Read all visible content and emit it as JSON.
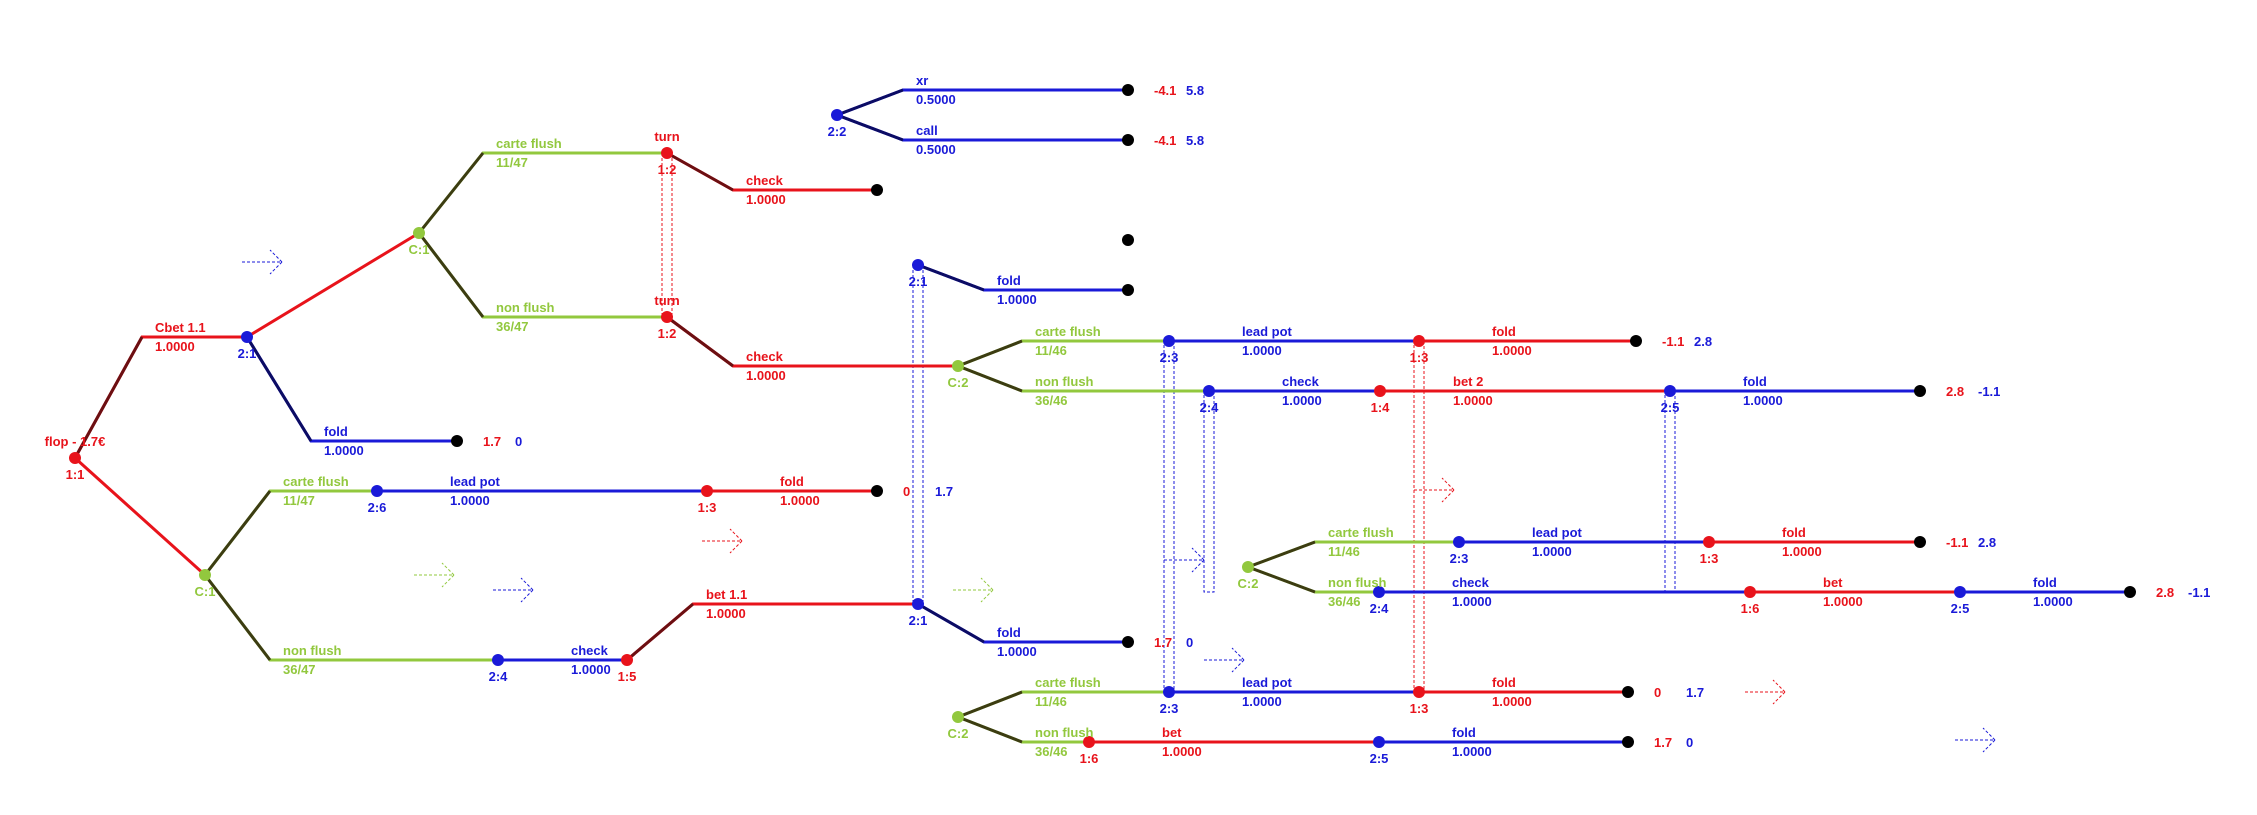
{
  "colors": {
    "p1": "#e8131b",
    "p1_dark": "#6b0f12",
    "p2": "#1a1ad8",
    "p2_dark": "#0c0c63",
    "chance": "#92c83e",
    "chance_dark": "#3c3c12",
    "terminal": "#000000"
  },
  "nodes": {
    "root": {
      "label": "flop - 1.7€",
      "id": "1:1"
    },
    "n_2_1_a": {
      "id": "2:1"
    },
    "c1_top": {
      "id": "C:1"
    },
    "turn_a": {
      "label": "turn",
      "id": "1:2"
    },
    "turn_b": {
      "label": "turn",
      "id": "1:2"
    },
    "n_2_2": {
      "id": "2:2"
    },
    "c1_bot": {
      "id": "C:1"
    },
    "n_2_6": {
      "id": "2:6"
    },
    "n_1_3_a": {
      "id": "1:3"
    },
    "n_2_4_a": {
      "id": "2:4"
    },
    "n_1_5": {
      "id": "1:5"
    },
    "n_2_1_b": {
      "id": "2:1"
    },
    "n_2_1_c": {
      "id": "2:1"
    },
    "c2_a": {
      "id": "C:2"
    },
    "n_2_3_a": {
      "id": "2:3"
    },
    "n_1_3_b": {
      "id": "1:3"
    },
    "n_2_4_b": {
      "id": "2:4"
    },
    "n_1_4": {
      "id": "1:4"
    },
    "n_2_5_a": {
      "id": "2:5"
    },
    "c2_b": {
      "id": "C:2"
    },
    "n_2_3_b": {
      "id": "2:3"
    },
    "n_1_3_c": {
      "id": "1:3"
    },
    "n_2_4_c": {
      "id": "2:4"
    },
    "n_1_6_a": {
      "id": "1:6"
    },
    "n_2_5_b": {
      "id": "2:5"
    },
    "c2_c": {
      "id": "C:2"
    },
    "n_2_3_c": {
      "id": "2:3"
    },
    "n_1_3_d": {
      "id": "1:3"
    },
    "n_1_6_b": {
      "id": "1:6"
    },
    "n_2_5_c": {
      "id": "2:5"
    }
  },
  "edges": {
    "cbet": {
      "action": "Cbet 1.1",
      "prob": "1.0000"
    },
    "fold_a": {
      "action": "fold",
      "prob": "1.0000"
    },
    "carte_flush_top": {
      "action": "carte flush",
      "prob": "11/47"
    },
    "non_flush_top": {
      "action": "non flush",
      "prob": "36/47"
    },
    "check_turn_a": {
      "action": "check",
      "prob": "1.0000"
    },
    "check_turn_b": {
      "action": "check",
      "prob": "1.0000"
    },
    "xr": {
      "action": "xr",
      "prob": "0.5000"
    },
    "call": {
      "action": "call",
      "prob": "0.5000"
    },
    "carte_flush_bot": {
      "action": "carte flush",
      "prob": "11/47"
    },
    "non_flush_bot": {
      "action": "non flush",
      "prob": "36/47"
    },
    "lead_pot_a": {
      "action": "lead pot",
      "prob": "1.0000"
    },
    "fold_b": {
      "action": "fold",
      "prob": "1.0000"
    },
    "check_c": {
      "action": "check",
      "prob": "1.0000"
    },
    "bet_1_1": {
      "action": "bet 1.1",
      "prob": "1.0000"
    },
    "fold_c": {
      "action": "fold",
      "prob": "1.0000"
    },
    "fold_d": {
      "action": "fold",
      "prob": "1.0000"
    },
    "carte_flush_c2a": {
      "action": "carte flush",
      "prob": "11/46"
    },
    "non_flush_c2a": {
      "action": "non flush",
      "prob": "36/46"
    },
    "lead_pot_b": {
      "action": "lead pot",
      "prob": "1.0000"
    },
    "fold_e": {
      "action": "fold",
      "prob": "1.0000"
    },
    "check_d": {
      "action": "check",
      "prob": "1.0000"
    },
    "bet_2": {
      "action": "bet 2",
      "prob": "1.0000"
    },
    "fold_f": {
      "action": "fold",
      "prob": "1.0000"
    },
    "carte_flush_c2b": {
      "action": "carte flush",
      "prob": "11/46"
    },
    "non_flush_c2b": {
      "action": "non flush",
      "prob": "36/46"
    },
    "lead_pot_c": {
      "action": "lead pot",
      "prob": "1.0000"
    },
    "fold_g": {
      "action": "fold",
      "prob": "1.0000"
    },
    "check_e": {
      "action": "check",
      "prob": "1.0000"
    },
    "bet_3": {
      "action": "bet",
      "prob": "1.0000"
    },
    "fold_h": {
      "action": "fold",
      "prob": "1.0000"
    },
    "carte_flush_c2c": {
      "action": "carte flush",
      "prob": "11/46"
    },
    "non_flush_c2c": {
      "action": "non flush",
      "prob": "36/46"
    },
    "lead_pot_d": {
      "action": "lead pot",
      "prob": "1.0000"
    },
    "fold_i": {
      "action": "fold",
      "prob": "1.0000"
    },
    "bet_4": {
      "action": "bet",
      "prob": "1.0000"
    },
    "fold_j": {
      "action": "fold",
      "prob": "1.0000"
    }
  },
  "payoffs": {
    "xr": {
      "p1": "-4.1",
      "p2": "5.8"
    },
    "call": {
      "p1": "-4.1",
      "p2": "5.8"
    },
    "fold_a": {
      "p1": "1.7",
      "p2": "0"
    },
    "fold_b": {
      "p1": "0",
      "p2": "1.7"
    },
    "fold_d": {
      "p1": "1.7",
      "p2": "0"
    },
    "fold_e": {
      "p1": "-1.1",
      "p2": "2.8"
    },
    "fold_f": {
      "p1": "2.8",
      "p2": "-1.1"
    },
    "fold_g": {
      "p1": "-1.1",
      "p2": "2.8"
    },
    "fold_h": {
      "p1": "2.8",
      "p2": "-1.1"
    },
    "fold_i": {
      "p1": "0",
      "p2": "1.7"
    },
    "fold_j": {
      "p1": "1.7",
      "p2": "0"
    }
  }
}
